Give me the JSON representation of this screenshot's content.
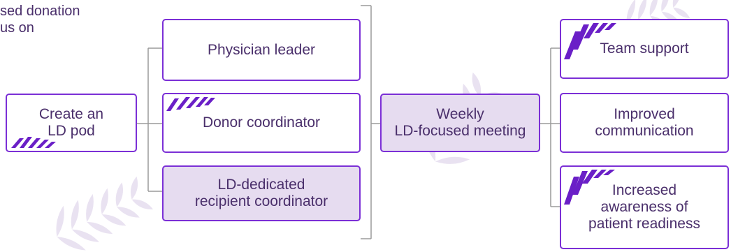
{
  "top_note": {
    "text": "sed donation\nus on"
  },
  "nodes": {
    "create_pod": "Create an\nLD pod",
    "physician_leader": "Physician leader",
    "donor_coordinator": "Donor coordinator",
    "recipient_coordinator": "LD-dedicated\nrecipient coordinator",
    "weekly_meeting": "Weekly\nLD-focused meeting",
    "team_support": "Team support",
    "improved_communication": "Improved\ncommunication",
    "increased_awareness": "Increased\nawareness of\npatient readiness"
  },
  "colors": {
    "accent": "#7b2fd6",
    "line": "#9a9a9a",
    "fill": "#e6dcf0",
    "text": "#4a2f6b",
    "leaf": "#e9e2f1"
  }
}
